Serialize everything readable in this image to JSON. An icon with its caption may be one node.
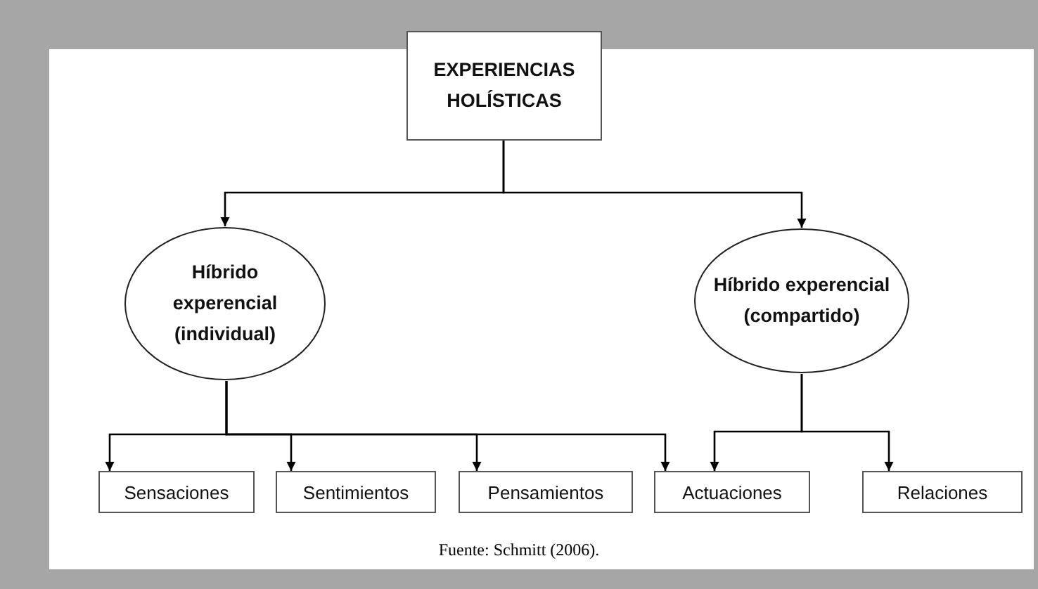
{
  "diagram": {
    "caption": "Fuente: Schmitt (2006).",
    "nodes": [
      {
        "text": [
          "EXPERIENCIAS HOLÍSTICAS"
        ]
      },
      {
        "text": [
          "Híbrido experencial (individual)"
        ]
      },
      {
        "text": [
          "Híbrido experencial (compartido)"
        ]
      },
      {
        "text": [
          "Sensaciones"
        ]
      },
      {
        "text": [
          "Sentimientos"
        ]
      },
      {
        "text": [
          "Pensamientos"
        ]
      },
      {
        "text": [
          "Actuaciones"
        ]
      },
      {
        "text": [
          "Relaciones"
        ]
      }
    ],
    "edges": [
      {
        "from": 0,
        "to": 1,
        "arrow": "to"
      },
      {
        "from": 0,
        "to": 2,
        "arrow": "to"
      },
      {
        "from": 1,
        "to": 3,
        "arrow": "to"
      },
      {
        "from": 1,
        "to": 4,
        "arrow": "to"
      },
      {
        "from": 1,
        "to": 5,
        "arrow": "to"
      },
      {
        "from": 1,
        "to": 6,
        "arrow": "to"
      },
      {
        "from": 2,
        "to": 6,
        "arrow": "to"
      },
      {
        "from": 2,
        "to": 7,
        "arrow": "to"
      }
    ]
  }
}
